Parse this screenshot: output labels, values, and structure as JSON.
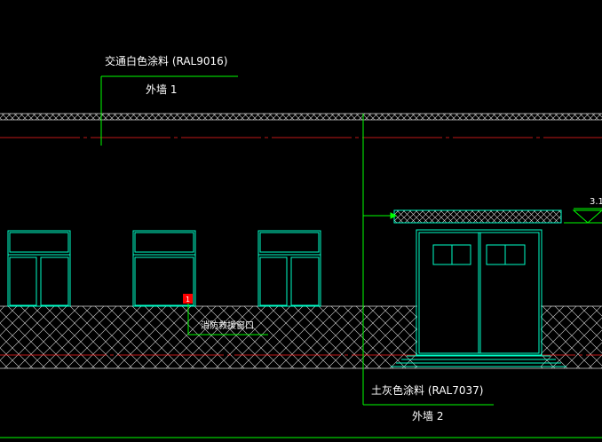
{
  "labels": {
    "finish_top": "交通白色涂料 (RAL9016)",
    "wall_top": "外墙 1",
    "finish_bottom": "土灰色涂料 (RAL7037)",
    "wall_bottom": "外墙 2",
    "fire_inlet": "消防救援窗口",
    "level_mark": "3.1",
    "marker_number": "1"
  },
  "colors": {
    "background": "#000000",
    "outline": "#00ffc8",
    "leader": "#00ff00",
    "hatch": "#d8d8d8",
    "axis_red": "#ff2020",
    "marker": "#ff0000",
    "text": "#ffffff"
  }
}
